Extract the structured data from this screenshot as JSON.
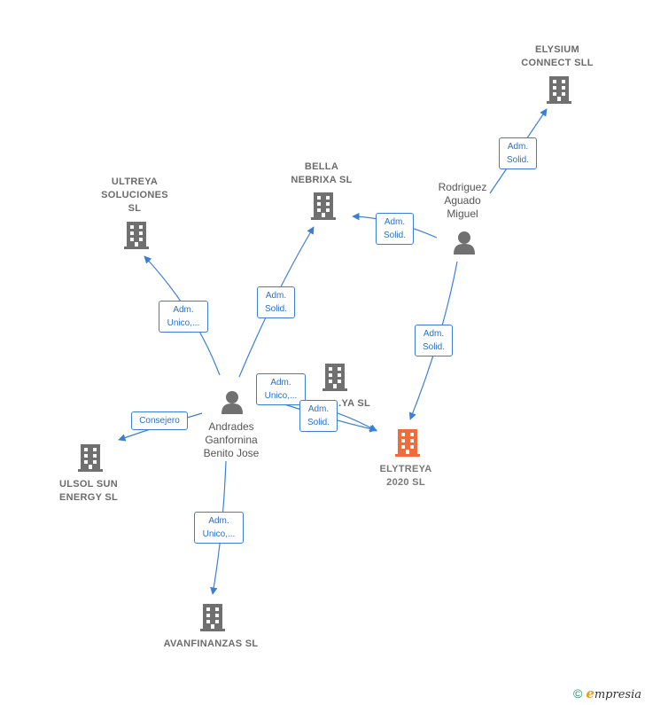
{
  "nodes": {
    "elysium": {
      "label": "ELYSIUM\nCONNECT  SLL",
      "type": "company"
    },
    "bella": {
      "label": "BELLA\nNEBRIXA  SL",
      "type": "company"
    },
    "ultreya_sol": {
      "label": "ULTREYA\nSOLUCIONES\nSL",
      "type": "company"
    },
    "ultreya_hidden": {
      "label": "...YA  SL",
      "type": "company"
    },
    "elytreya": {
      "label": "ELYTREYA\n2020  SL",
      "type": "company-focus"
    },
    "ulsol": {
      "label": "ULSOL SUN\nENERGY  SL",
      "type": "company"
    },
    "avanfinanzas": {
      "label": "AVANFINANZAS SL",
      "type": "company"
    },
    "rodriguez": {
      "label": "Rodriguez\nAguado\nMiguel",
      "type": "person"
    },
    "andrades": {
      "label": "Andrades\nGanfornina\nBenito Jose",
      "type": "person"
    }
  },
  "edges": [
    {
      "id": "e1",
      "label": "Adm.\nSolid.",
      "from": "rodriguez",
      "to": "elysium"
    },
    {
      "id": "e2",
      "label": "Adm.\nSolid.",
      "from": "rodriguez",
      "to": "bella"
    },
    {
      "id": "e3",
      "label": "Adm.\nSolid.",
      "from": "rodriguez",
      "to": "elytreya"
    },
    {
      "id": "e4",
      "label": "Adm.\nSolid.",
      "from": "andrades",
      "to": "bella"
    },
    {
      "id": "e5",
      "label": "Adm.\nUnico,...",
      "from": "andrades",
      "to": "ultreya_sol"
    },
    {
      "id": "e6",
      "label": "Adm.\nUnico,...",
      "from": "andrades",
      "to": "elytreya"
    },
    {
      "id": "e7",
      "label": "Adm.\nSolid.",
      "from": "andrades",
      "to": "elytreya"
    },
    {
      "id": "e8",
      "label": "Consejero",
      "from": "andrades",
      "to": "ulsol"
    },
    {
      "id": "e9",
      "label": "Adm.\nUnico,...",
      "from": "andrades",
      "to": "avanfinanzas"
    }
  ],
  "colors": {
    "edge": "#3a7fd5",
    "company": "#707070",
    "focus": "#f26b3a",
    "person": "#707070"
  },
  "footer": {
    "copyright": "©",
    "brand_initial": "e",
    "brand_rest": "mpresia"
  }
}
